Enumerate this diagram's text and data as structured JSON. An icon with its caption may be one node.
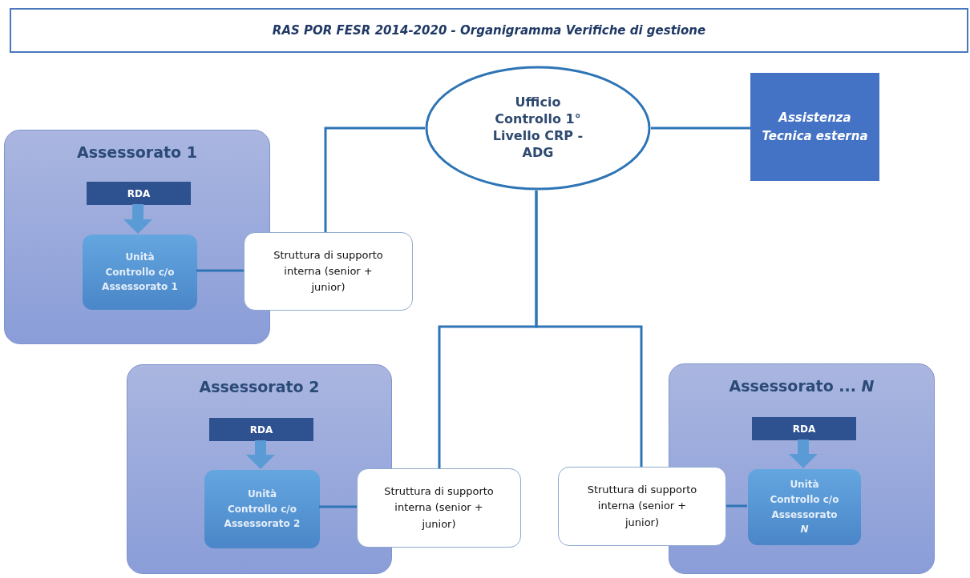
{
  "diagram": {
    "title": "RAS POR FESR 2014-2020 - Organigramma Verifiche di gestione",
    "nodes": [
      {
        "text": [
          "Ufficio Controllo 1° Livello CRP - ADG"
        ]
      },
      {
        "text": [
          "Assistenza Tecnica esterna"
        ]
      },
      {
        "text": [
          "Assessorato  1"
        ]
      },
      {
        "text": [
          "RDA"
        ],
        "in": 2
      },
      {
        "text": [
          "Unità Controllo c/o Assessorato 1"
        ],
        "in": 2
      },
      {
        "text": [
          "Struttura di supporto interna (senior + junior)"
        ]
      },
      {
        "text": [
          "Assessorato  2"
        ]
      },
      {
        "text": [
          "RDA"
        ],
        "in": 6
      },
      {
        "text": [
          "Unità Controllo c/o Assessorato 2"
        ],
        "in": 6
      },
      {
        "text": [
          "Struttura di supporto interna (senior + junior)"
        ]
      },
      {
        "text": [
          "Struttura di supporto interna (senior + junior)"
        ]
      },
      {
        "text": [
          "Assessorato  ... *N*"
        ]
      },
      {
        "text": [
          "RDA"
        ],
        "in": 11
      },
      {
        "text": [
          "Unità Controllo c/o Assessorato *N*"
        ],
        "in": 11
      }
    ],
    "edges": [
      {
        "from": 0,
        "to": 1,
        "arrow": "none"
      },
      {
        "from": 0,
        "to": 5,
        "arrow": "none"
      },
      {
        "from": 3,
        "to": 4,
        "arrow": "to",
        "style": "thick",
        "color": "#5b9bd5"
      },
      {
        "from": 4,
        "to": 5,
        "arrow": "none"
      },
      {
        "from": 0,
        "to": 9,
        "arrow": "none"
      },
      {
        "from": 7,
        "to": 8,
        "arrow": "to",
        "style": "thick",
        "color": "#5b9bd5"
      },
      {
        "from": 8,
        "to": 9,
        "arrow": "none"
      },
      {
        "from": 0,
        "to": 10,
        "arrow": "none"
      },
      {
        "from": 12,
        "to": 13,
        "arrow": "to",
        "style": "thick",
        "color": "#5b9bd5"
      },
      {
        "from": 13,
        "to": 10,
        "arrow": "none"
      }
    ]
  }
}
